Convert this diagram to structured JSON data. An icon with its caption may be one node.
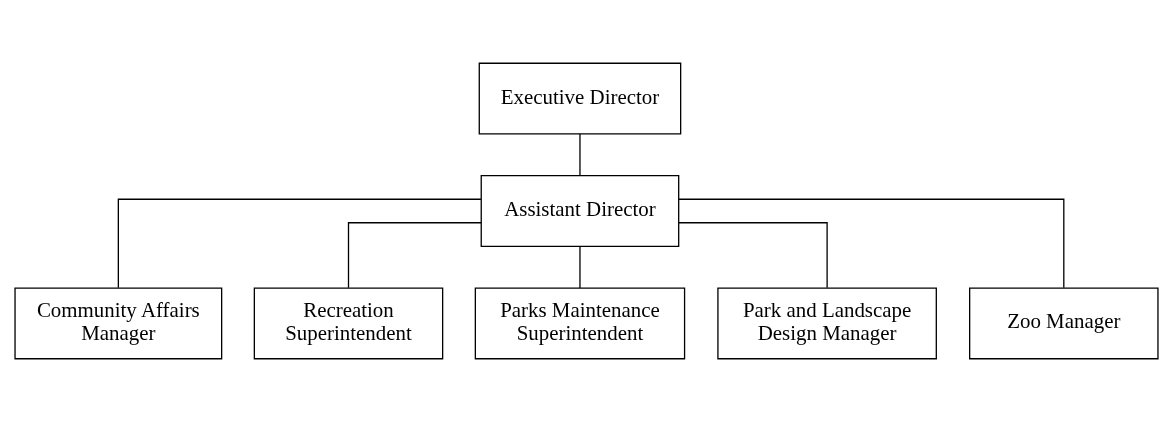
{
  "diagram": {
    "nodes": [
      {
        "text": [
          "Executive Director"
        ]
      },
      {
        "text": [
          "Assistant Director"
        ]
      },
      {
        "text": [
          "Community Affairs Manager"
        ]
      },
      {
        "text": [
          "Recreation Superintendent"
        ]
      },
      {
        "text": [
          "Parks Maintenance Superintendent"
        ]
      },
      {
        "text": [
          "Park and Landscape Design Manager"
        ]
      },
      {
        "text": [
          "Zoo Manager"
        ]
      }
    ],
    "edges": [
      {
        "from": 0,
        "to": 1,
        "arrow": "none"
      },
      {
        "from": 1,
        "to": 2,
        "arrow": "none"
      },
      {
        "from": 1,
        "to": 3,
        "arrow": "none"
      },
      {
        "from": 1,
        "to": 4,
        "arrow": "none"
      },
      {
        "from": 1,
        "to": 5,
        "arrow": "none"
      },
      {
        "from": 1,
        "to": 6,
        "arrow": "none"
      }
    ]
  }
}
